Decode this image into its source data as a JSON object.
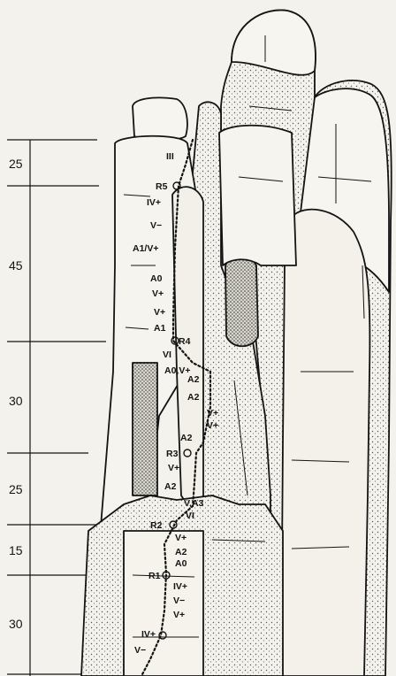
{
  "topo": {
    "pitch_lengths": [
      "25",
      "45",
      "30",
      "25",
      "15",
      "30"
    ],
    "belays": [
      "R5",
      "R4",
      "R3",
      "R2",
      "R1"
    ],
    "grades": [
      "III",
      "IV+",
      "V−",
      "A1/V+",
      "A0",
      "V+",
      "V+",
      "A1",
      "VI",
      "A0,V+",
      "A2",
      "A2",
      "V+",
      "V+",
      "A2",
      "V+",
      "A2",
      "V,A3",
      "VI",
      "V+",
      "A2",
      "A0",
      "IV+",
      "V−",
      "V+",
      "IV+",
      "V−"
    ]
  },
  "colors": {
    "ink": "#141414",
    "paper": "#f4f2ec",
    "shade": "#c9c6bd"
  }
}
